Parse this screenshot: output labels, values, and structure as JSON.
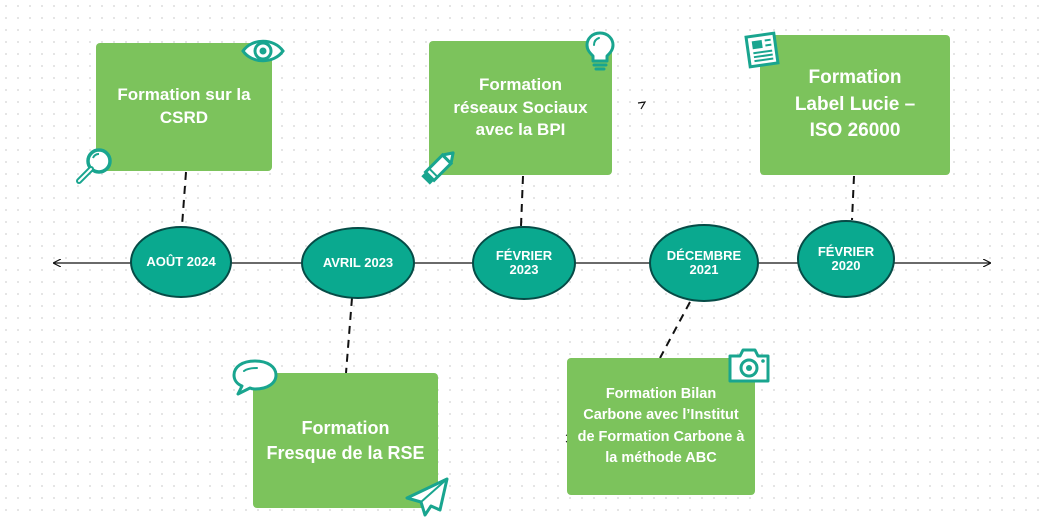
{
  "timeline": {
    "nodes": [
      {
        "label": "AOÛT 2024"
      },
      {
        "label": "AVRIL 2023"
      },
      {
        "label": "FÉVRIER\n2023"
      },
      {
        "label": "DÉCEMBRE\n2021"
      },
      {
        "label": "FÉVRIER\n2020"
      }
    ]
  },
  "cards": [
    {
      "text": "Formation sur la CSRD",
      "icons": [
        "eye-icon",
        "magnifier-icon"
      ]
    },
    {
      "text": "Formation Fresque de la RSE",
      "icons": [
        "speech-bubble-icon",
        "paper-plane-icon"
      ]
    },
    {
      "text": "Formation réseaux Sociaux avec la BPI",
      "icons": [
        "lightbulb-icon",
        "pencil-icon"
      ]
    },
    {
      "text": "Formation Bilan Carbone avec l’Institut de Formation Carbone à la méthode ABC",
      "icons": [
        "camera-icon"
      ]
    },
    {
      "text": "Formation Label Lucie – ISO 26000",
      "icons": [
        "newspaper-icon"
      ]
    }
  ],
  "colors": {
    "card_green": "#7cc35c",
    "node_teal": "#0aa98f",
    "node_border": "#064b46",
    "outline_teal": "#19a58f",
    "line": "#111111"
  }
}
